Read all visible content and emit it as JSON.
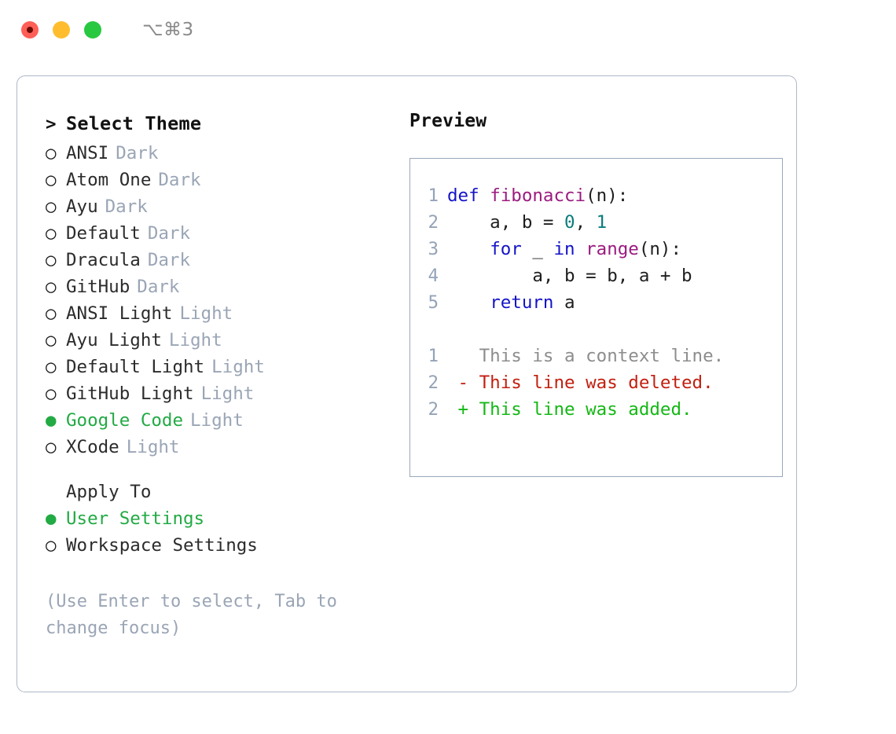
{
  "titlebar": {
    "dots": [
      {
        "name": "close-button",
        "color": "#ff5f57"
      },
      {
        "name": "minimize-button",
        "color": "#ffbd2e"
      },
      {
        "name": "maximize-button",
        "color": "#28c840"
      }
    ],
    "shortcut": "⌥⌘3"
  },
  "theme_picker": {
    "header": "Select Theme",
    "header_prefix": ">",
    "bullet_selected": "●",
    "bullet_unselected": "○",
    "items": [
      {
        "name": "ANSI",
        "kind": "Dark",
        "selected": false
      },
      {
        "name": "Atom One",
        "kind": "Dark",
        "selected": false
      },
      {
        "name": "Ayu",
        "kind": "Dark",
        "selected": false
      },
      {
        "name": "Default",
        "kind": "Dark",
        "selected": false
      },
      {
        "name": "Dracula",
        "kind": "Dark",
        "selected": false
      },
      {
        "name": "GitHub",
        "kind": "Dark",
        "selected": false
      },
      {
        "name": "ANSI Light",
        "kind": "Light",
        "selected": false
      },
      {
        "name": "Ayu Light",
        "kind": "Light",
        "selected": false
      },
      {
        "name": "Default Light",
        "kind": "Light",
        "selected": false
      },
      {
        "name": "GitHub Light",
        "kind": "Light",
        "selected": false
      },
      {
        "name": "Google Code",
        "kind": "Light",
        "selected": true
      },
      {
        "name": "XCode",
        "kind": "Light",
        "selected": false
      }
    ]
  },
  "apply_to": {
    "label": "Apply To",
    "options": [
      {
        "name": "User Settings",
        "selected": true
      },
      {
        "name": "Workspace Settings",
        "selected": false
      }
    ]
  },
  "hint": "(Use Enter to select, Tab to change focus)",
  "preview": {
    "title": "Preview",
    "code_lines": [
      {
        "no": "1",
        "tokens": [
          {
            "t": "def",
            "c": "kw"
          },
          {
            "t": " ",
            "c": "plain"
          },
          {
            "t": "fibonacci",
            "c": "fn"
          },
          {
            "t": "(n):",
            "c": "plain"
          }
        ]
      },
      {
        "no": "2",
        "tokens": [
          {
            "t": "    a, b = ",
            "c": "plain"
          },
          {
            "t": "0",
            "c": "num"
          },
          {
            "t": ", ",
            "c": "plain"
          },
          {
            "t": "1",
            "c": "num"
          }
        ]
      },
      {
        "no": "3",
        "tokens": [
          {
            "t": "    ",
            "c": "plain"
          },
          {
            "t": "for",
            "c": "kw"
          },
          {
            "t": " _ ",
            "c": "plain"
          },
          {
            "t": "in",
            "c": "kw"
          },
          {
            "t": " ",
            "c": "plain"
          },
          {
            "t": "range",
            "c": "fn"
          },
          {
            "t": "(n):",
            "c": "plain"
          }
        ]
      },
      {
        "no": "4",
        "tokens": [
          {
            "t": "        a, b = b, a + b",
            "c": "plain"
          }
        ]
      },
      {
        "no": "5",
        "tokens": [
          {
            "t": "    ",
            "c": "plain"
          },
          {
            "t": "return",
            "c": "kw"
          },
          {
            "t": " a",
            "c": "plain"
          }
        ]
      }
    ],
    "diff_lines": [
      {
        "no": "1",
        "marker": " ",
        "text": "This is a context line.",
        "kind": "ctx"
      },
      {
        "no": "2",
        "marker": "-",
        "text": "This line was deleted.",
        "kind": "del"
      },
      {
        "no": "2",
        "marker": "+",
        "text": "This line was added.",
        "kind": "add"
      }
    ]
  },
  "colors": {
    "accent_green": "#22aa44",
    "muted": "#9aa5b5",
    "keyword": "#1414c8",
    "function": "#9b1b7f",
    "number": "#0b7c7c",
    "diff_deleted": "#c21f0f",
    "diff_added": "#14b814",
    "border": "#aeb8c6"
  }
}
